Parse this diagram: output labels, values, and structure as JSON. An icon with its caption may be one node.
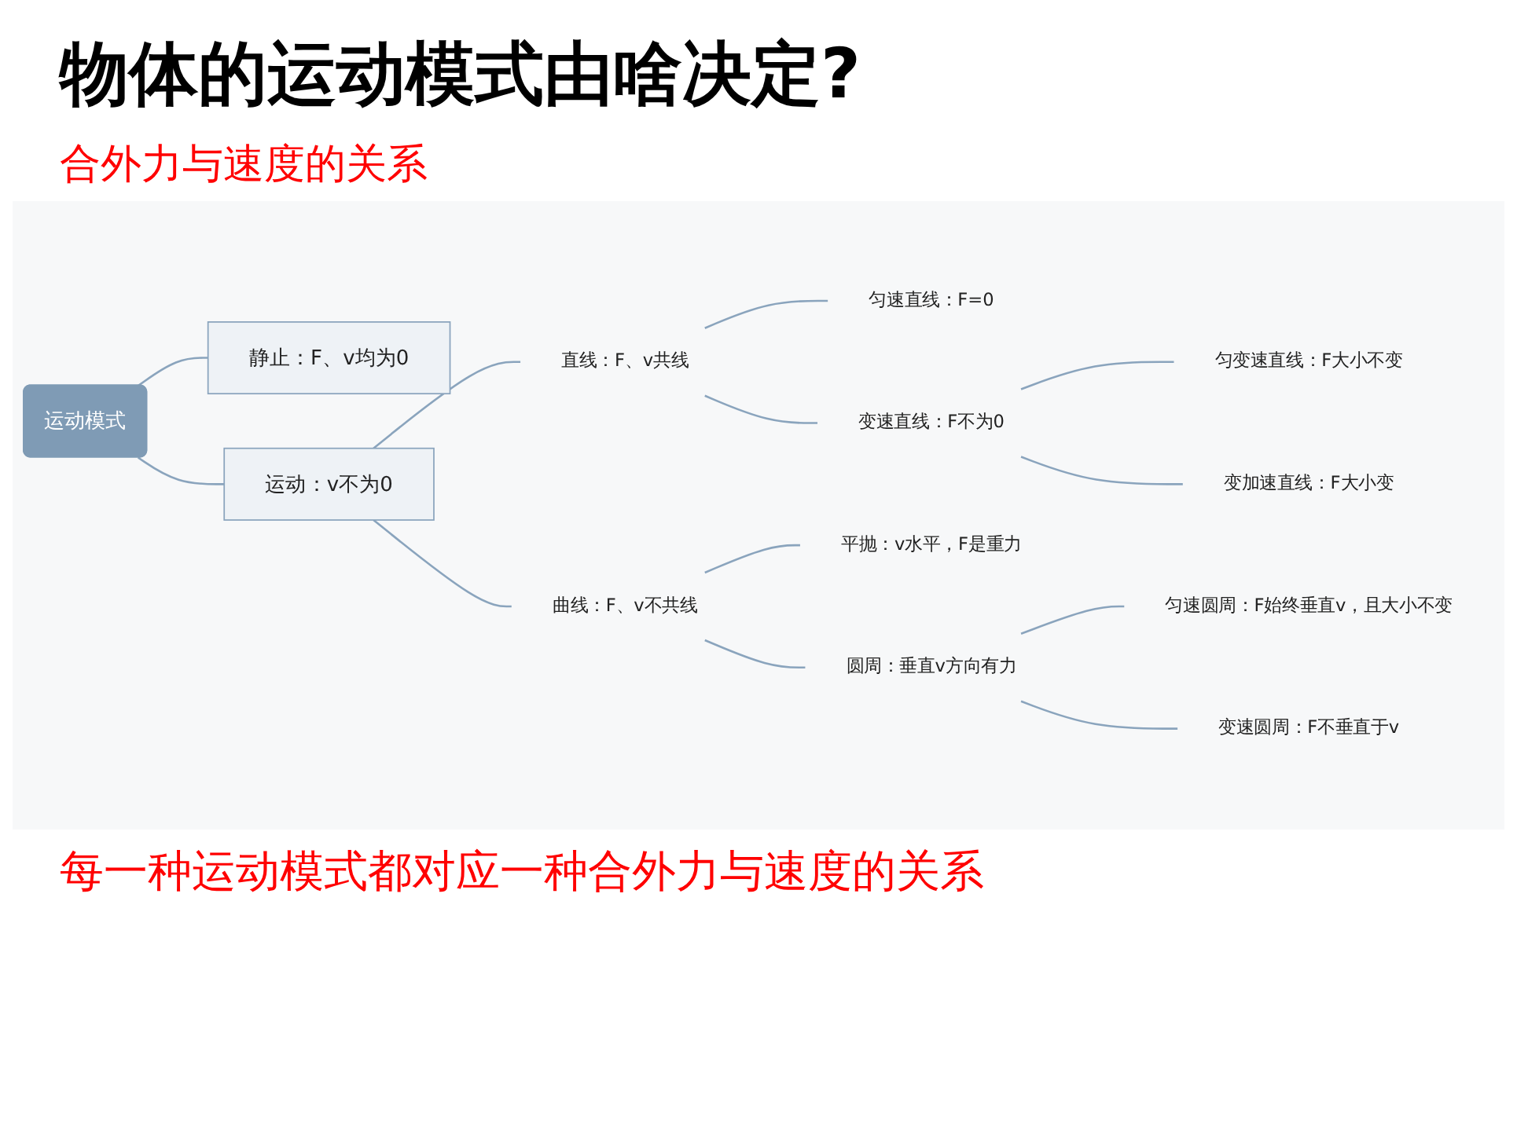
{
  "diagram": {
    "title": "物体的运动模式由啥决定?",
    "caption": "每一种运动模式都对应一种合外力与速度的关系",
    "nodes": [
      {
        "text": [
          "运动模式"
        ]
      },
      {
        "text": [
          "静止：F、v均为0"
        ]
      },
      {
        "text": [
          "运动：v不为0"
        ]
      },
      {
        "text": [
          "直线：F、v共线"
        ]
      },
      {
        "text": [
          "曲线：F、v不共线"
        ]
      },
      {
        "text": [
          "匀速直线：F=0"
        ]
      },
      {
        "text": [
          "变速直线：F不为0"
        ]
      },
      {
        "text": [
          "匀变速直线：F大小不变"
        ]
      },
      {
        "text": [
          "变加速直线：F大小变"
        ]
      },
      {
        "text": [
          "平抛：v水平，F是重力"
        ]
      },
      {
        "text": [
          "圆周：垂直v方向有力"
        ]
      },
      {
        "text": [
          "匀速圆周：F始终垂直v，且大小不变"
        ]
      },
      {
        "text": [
          "变速圆周：F不垂直于v"
        ]
      }
    ],
    "edges": [
      {
        "from": 0,
        "to": 1,
        "arrow": "none"
      },
      {
        "from": 0,
        "to": 2,
        "arrow": "none"
      },
      {
        "from": 2,
        "to": 3,
        "arrow": "none"
      },
      {
        "from": 2,
        "to": 4,
        "arrow": "none"
      },
      {
        "from": 3,
        "to": 5,
        "arrow": "none"
      },
      {
        "from": 3,
        "to": 6,
        "arrow": "none"
      },
      {
        "from": 6,
        "to": 7,
        "arrow": "none"
      },
      {
        "from": 6,
        "to": 8,
        "arrow": "none"
      },
      {
        "from": 4,
        "to": 9,
        "arrow": "none"
      },
      {
        "from": 4,
        "to": 10,
        "arrow": "none"
      },
      {
        "from": 10,
        "to": 11,
        "arrow": "none"
      },
      {
        "from": 10,
        "to": 12,
        "arrow": "none"
      }
    ],
    "labels": [
      "合外力与速度的关系"
    ]
  }
}
